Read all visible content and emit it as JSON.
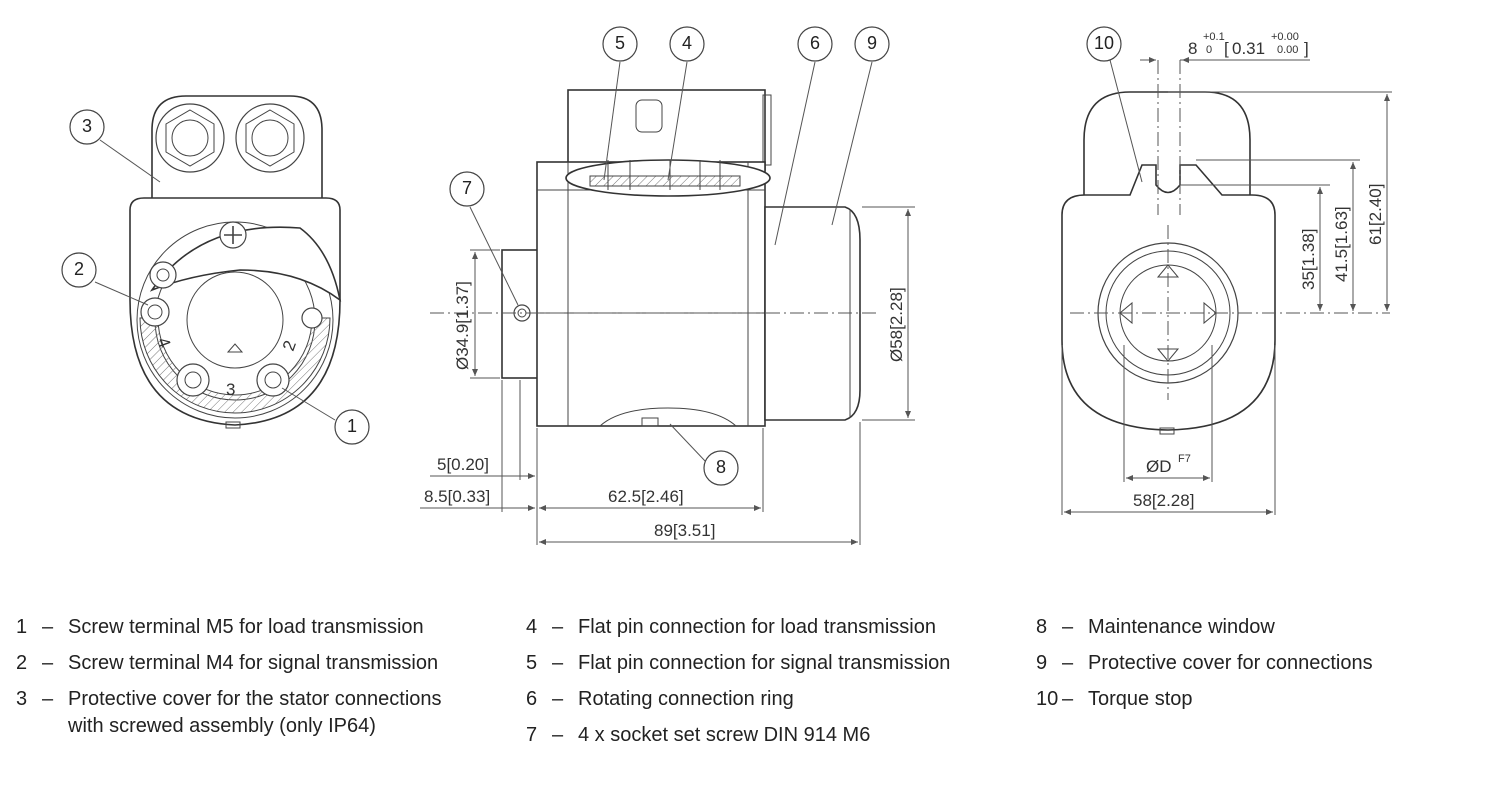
{
  "callouts": {
    "left": [
      "3",
      "2",
      "1"
    ],
    "middle": [
      "5",
      "4",
      "6",
      "9",
      "7",
      "8"
    ],
    "right": [
      "10"
    ]
  },
  "terminal_marks": [
    "4",
    "3",
    "2"
  ],
  "dimensions": {
    "d_34_9": "Ø34.9[1.37]",
    "d_58": "Ø58[2.28]",
    "d_5": "5[0.20]",
    "d_8_5": "8.5[0.33]",
    "d_62_5": "62.5[2.46]",
    "d_89": "89[3.51]",
    "slot_width": "8",
    "slot_tol_metric_upper": "+0.1",
    "slot_tol_metric_lower": "0",
    "slot_inch": "0.31",
    "slot_tol_inch_upper": "+0.00",
    "slot_tol_inch_lower": "0.00",
    "h_35": "35[1.38]",
    "h_41_5": "41.5[1.63]",
    "h_61": "61[2.40]",
    "bore": "ØD",
    "bore_fit": "F7",
    "width_58": "58[2.28]"
  },
  "legend": {
    "col1": [
      {
        "num": "1",
        "text": "Screw terminal M5 for load transmission"
      },
      {
        "num": "2",
        "text": "Screw terminal M4 for signal transmission"
      },
      {
        "num": "3",
        "text": "Protective cover for the stator connections with screwed assembly (only IP64)"
      }
    ],
    "col2": [
      {
        "num": "4",
        "text": "Flat pin connection for load transmission"
      },
      {
        "num": "5",
        "text": "Flat pin connection for signal transmission"
      },
      {
        "num": "6",
        "text": "Rotating connection ring"
      },
      {
        "num": "7",
        "text": "4 x socket set screw DIN 914 M6"
      }
    ],
    "col3": [
      {
        "num": "8",
        "text": "Maintenance window"
      },
      {
        "num": "9",
        "text": "Protective cover for connections"
      },
      {
        "num": "10",
        "text": "Torque stop"
      }
    ],
    "dash": "–"
  },
  "colors": {
    "line": "#333333",
    "text": "#222222",
    "background": "#ffffff"
  }
}
